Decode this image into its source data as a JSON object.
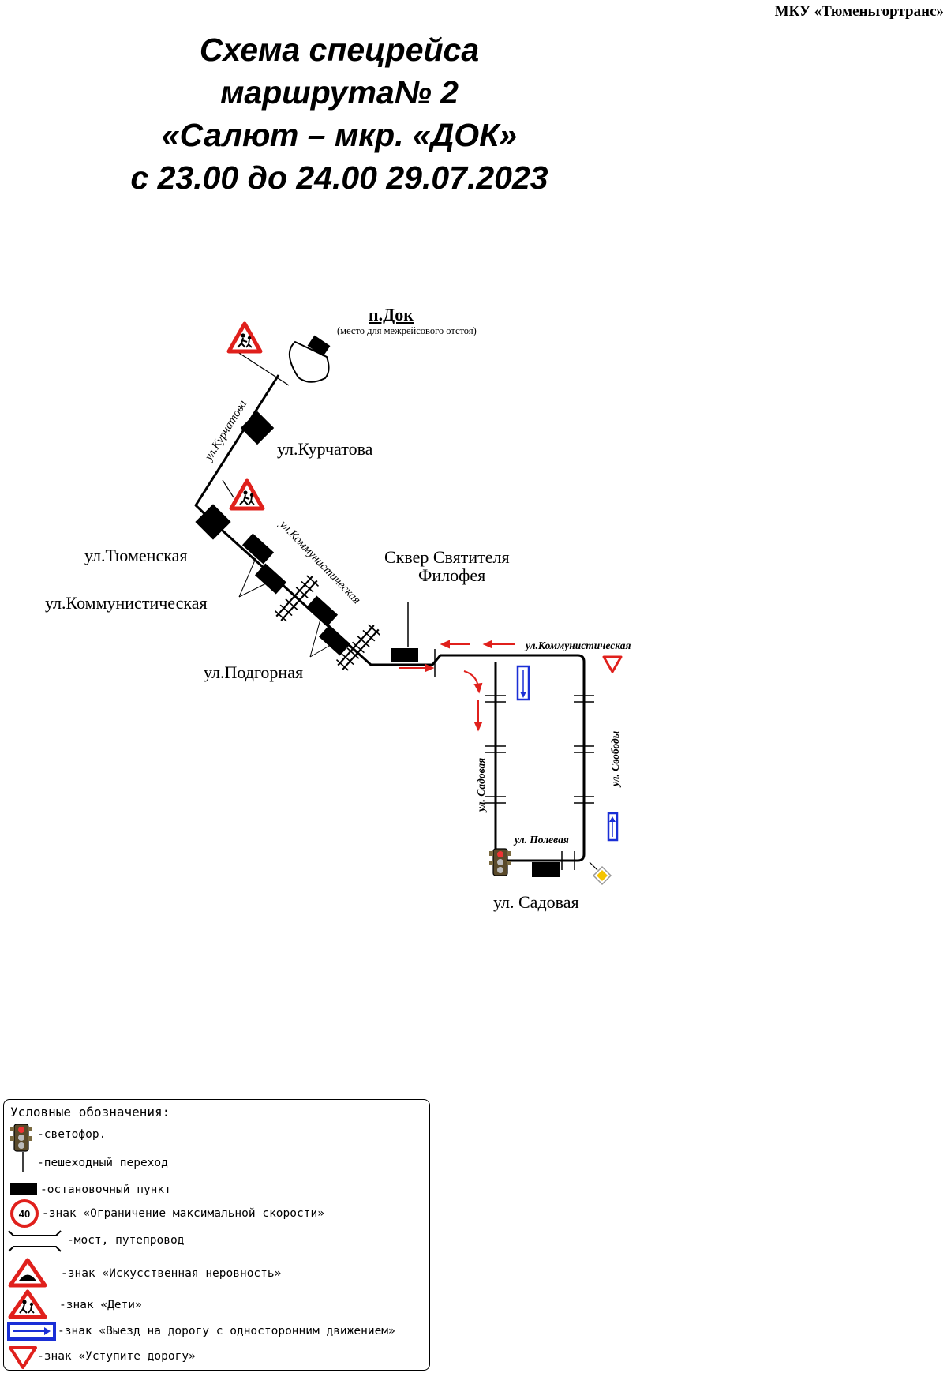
{
  "header": {
    "organization": "МКУ «Тюменьгортранс»",
    "title_lines": [
      "Схема спецрейса",
      "маршрута№ 2",
      "«Салют – мкр. «ДОК»",
      "с 23.00 до 24.00 29.07.2023"
    ]
  },
  "map": {
    "terminal_name": "п.Док",
    "terminal_note": "(место для межрейсового отстоя)",
    "stops": {
      "kurchatova": "ул.Курчатова",
      "tyumenskaya": "ул.Тюменская",
      "kommunisticheskaya": "ул.Коммунистическая",
      "podgornaya": "ул.Подгорная",
      "skver_line1": "Сквер Святителя",
      "skver_line2": "Филофея",
      "sadovaya": "ул. Садовая"
    },
    "streets": {
      "kurchatova": "ул.Курчатова",
      "kommunisticheskaya_diag": "ул.Коммунистическая",
      "kommunisticheskaya_horiz": "ул.Коммунистическая",
      "sadovaya": "ул. Садовая",
      "svobody": "ул. Свободы",
      "polevaya": "ул. Полевая"
    },
    "colors": {
      "route": "#000000",
      "arrow": "#e0201c",
      "sign_red": "#e0201c",
      "one_way_blue": "#1a2fd6",
      "priority_yellow": "#f5c400"
    }
  },
  "legend": {
    "title": "Условные обозначения:",
    "items": [
      {
        "icon": "traffic-light-icon",
        "text": "-светофор."
      },
      {
        "icon": "crosswalk-icon",
        "text": "-пешеходный переход"
      },
      {
        "icon": "bus-stop-icon",
        "text": "-остановочный пункт"
      },
      {
        "icon": "speed-limit-icon",
        "text": "-знак «Ограничение максимальной скорости»",
        "badge": "40"
      },
      {
        "icon": "bridge-icon",
        "text": "-мост, путепровод"
      },
      {
        "icon": "speed-bump-sign-icon",
        "text": "-знак «Искусственная неровность»"
      },
      {
        "icon": "children-sign-icon",
        "text": "-знак «Дети»"
      },
      {
        "icon": "one-way-exit-icon",
        "text": "-знак «Выезд на дорогу с односторонним движением»"
      },
      {
        "icon": "yield-sign-icon",
        "text": "-знак «Уступите дорогу»"
      }
    ]
  }
}
